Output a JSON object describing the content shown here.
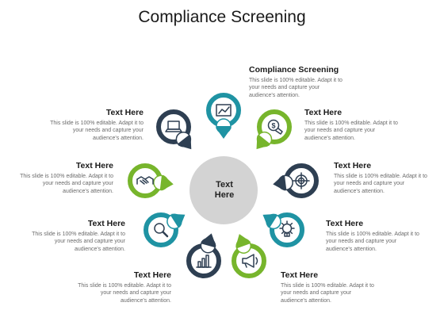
{
  "title": "Compliance Screening",
  "center": {
    "label": "Text\nHere"
  },
  "colors": {
    "teal": "#1f93a3",
    "green": "#77b52c",
    "navy": "#2e3f52",
    "gray": "#d3d3d3"
  },
  "items": [
    {
      "id": "top",
      "heading": "Compliance Screening",
      "body": "This slide is 100% editable. Adapt it to your needs and capture your audience's attention.",
      "icon": "chart-icon",
      "color": "teal"
    },
    {
      "id": "upper-right",
      "heading": "Text Here",
      "body": "This slide is 100% editable. Adapt it to your needs and capture your audience's attention.",
      "icon": "dollar-hand-icon",
      "color": "green"
    },
    {
      "id": "right",
      "heading": "Text Here",
      "body": "This slide is 100% editable. Adapt it to your needs and capture your audience's attention.",
      "icon": "target-icon",
      "color": "navy"
    },
    {
      "id": "lower-right",
      "heading": "Text Here",
      "body": "This slide is 100% editable. Adapt it to your needs and capture your audience's attention.",
      "icon": "lightbulb-gear-icon",
      "color": "teal"
    },
    {
      "id": "bottom-right",
      "heading": "Text Here",
      "body": "This slide is 100% editable. Adapt it to your needs and capture your audience's attention.",
      "icon": "megaphone-icon",
      "color": "green"
    },
    {
      "id": "bottom-left",
      "heading": "Text Here",
      "body": "This slide is 100% editable. Adapt it to your needs and capture your audience's attention.",
      "icon": "bar-chart-icon",
      "color": "navy"
    },
    {
      "id": "lower-left",
      "heading": "Text Here",
      "body": "This slide is 100% editable. Adapt it to your needs and capture your audience's attention.",
      "icon": "magnifier-icon",
      "color": "teal"
    },
    {
      "id": "left",
      "heading": "Text Here",
      "body": "This slide is 100% editable. Adapt it to your needs and capture your audience's attention.",
      "icon": "handshake-icon",
      "color": "green"
    },
    {
      "id": "upper-left",
      "heading": "Text Here",
      "body": "This slide is 100% editable. Adapt it to your needs and capture your audience's attention.",
      "icon": "laptop-icon",
      "color": "navy"
    }
  ]
}
